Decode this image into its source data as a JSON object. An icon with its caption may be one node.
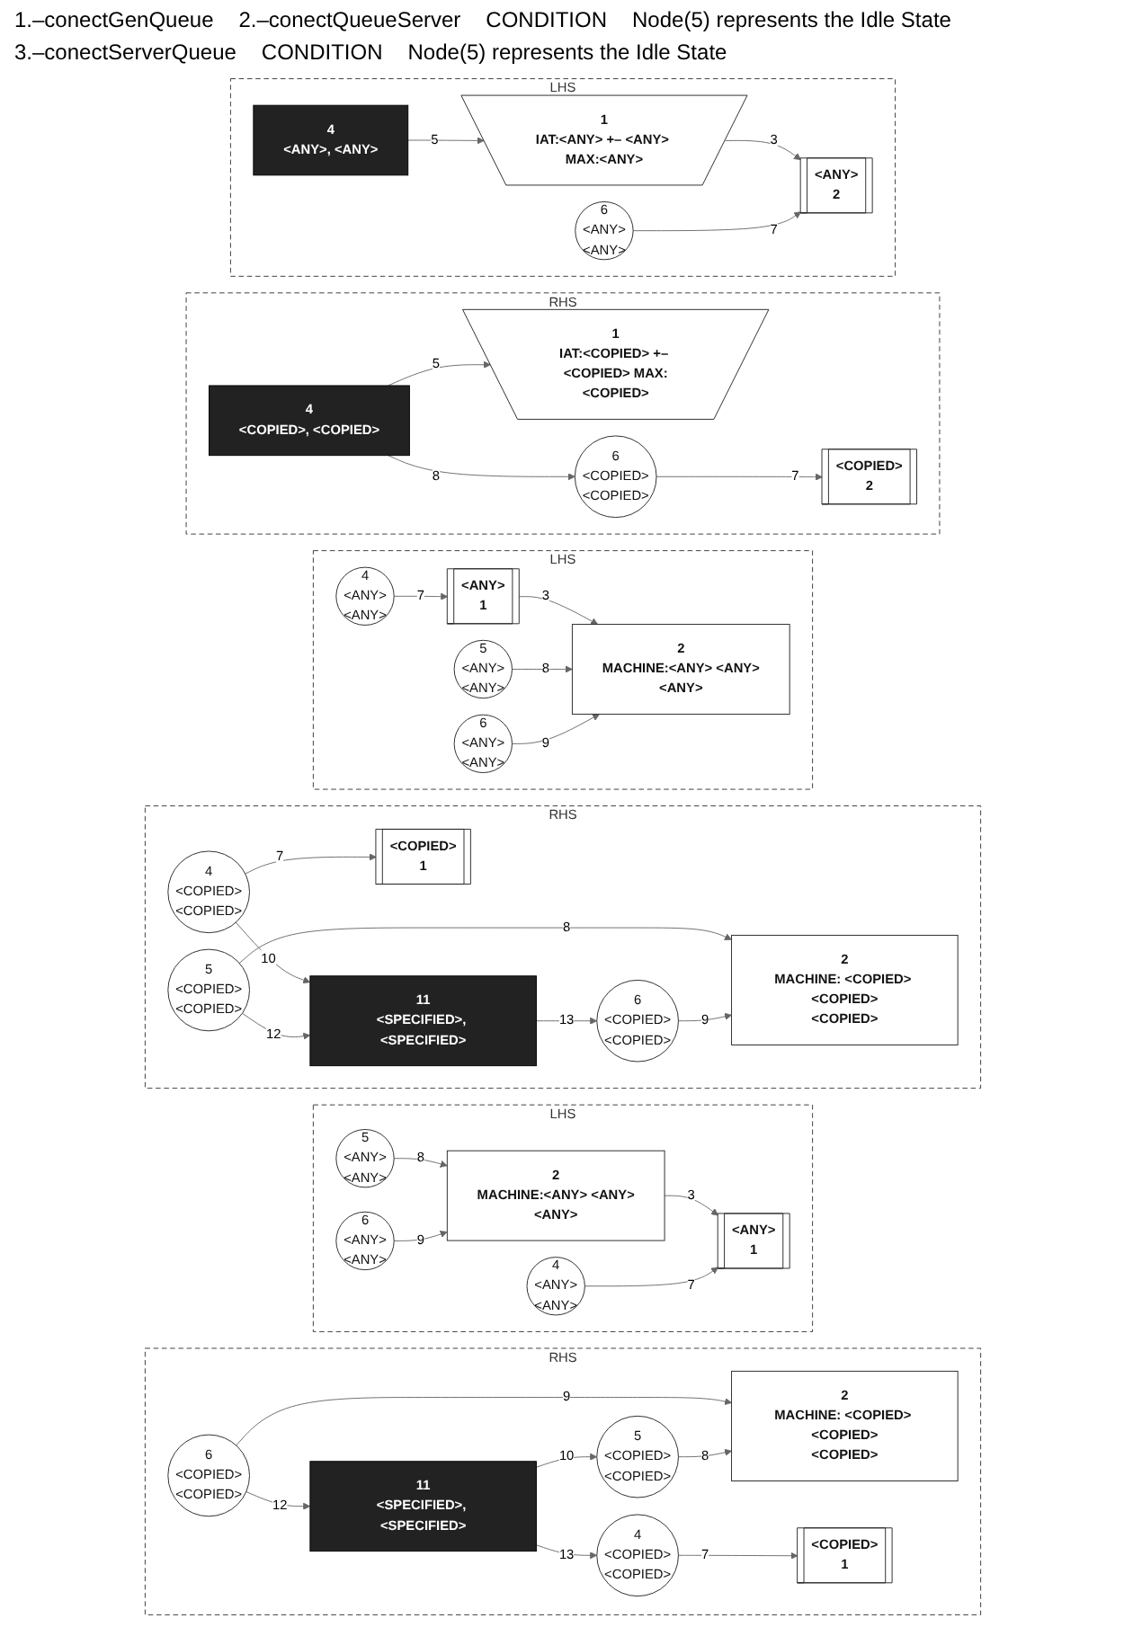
{
  "diagram": {
    "nodes": [
      {
        "text": [
          "LHS"
        ]
      },
      {
        "text": [
          "1",
          "IAT:<ANY> +– <ANY> MAX:<ANY>"
        ],
        "in": 0
      },
      {
        "text": [
          "<ANY>",
          "2"
        ],
        "in": 0
      },
      {
        "text": [
          "4",
          "<ANY>, <ANY>"
        ],
        "in": 0
      },
      {
        "text": [
          "6",
          "<ANY>",
          "<ANY>"
        ],
        "in": 0
      },
      {
        "text": [
          "RHS"
        ]
      },
      {
        "text": [
          "1",
          "IAT:<COPIED> +– <COPIED> MAX:<COPIED>"
        ],
        "in": 5
      },
      {
        "text": [
          "<COPIED>",
          "2"
        ],
        "in": 5
      },
      {
        "text": [
          "4",
          "<COPIED>, <COPIED>"
        ],
        "in": 5
      },
      {
        "text": [
          "6",
          "<COPIED>",
          "<COPIED>"
        ],
        "in": 5
      },
      {
        "text": [
          "LHS"
        ]
      },
      {
        "text": [
          "<ANY>",
          "1"
        ],
        "in": 10
      },
      {
        "text": [
          "2",
          "MACHINE:<ANY> <ANY>",
          "<ANY>"
        ],
        "in": 10
      },
      {
        "text": [
          "4",
          "<ANY>",
          "<ANY>"
        ],
        "in": 10
      },
      {
        "text": [
          "5",
          "<ANY>",
          "<ANY>"
        ],
        "in": 10
      },
      {
        "text": [
          "6",
          "<ANY>",
          "<ANY>"
        ],
        "in": 10
      },
      {
        "text": [
          "RHS"
        ]
      },
      {
        "text": [
          "<COPIED>",
          "1"
        ],
        "in": 16
      },
      {
        "text": [
          "2",
          "MACHINE: <COPIED> <COPIED>",
          "<COPIED>"
        ],
        "in": 16
      },
      {
        "text": [
          "4",
          "<COPIED>",
          "<COPIED>"
        ],
        "in": 16
      },
      {
        "text": [
          "5",
          "<COPIED>",
          "<COPIED>"
        ],
        "in": 16
      },
      {
        "text": [
          "6",
          "<COPIED>",
          "<COPIED>"
        ],
        "in": 16
      },
      {
        "text": [
          "11",
          "<SPECIFIED>, <SPECIFIED>"
        ],
        "in": 16
      },
      {
        "text": [
          "LHS"
        ]
      },
      {
        "text": [
          "2",
          "MACHINE:<ANY> <ANY>",
          "<ANY>"
        ],
        "in": 23
      },
      {
        "text": [
          "<ANY>",
          "1"
        ],
        "in": 23
      },
      {
        "text": [
          "5",
          "<ANY>",
          "<ANY>"
        ],
        "in": 23
      },
      {
        "text": [
          "6",
          "<ANY>",
          "<ANY>"
        ],
        "in": 23
      },
      {
        "text": [
          "4",
          "<ANY>",
          "<ANY>"
        ],
        "in": 23
      },
      {
        "text": [
          "RHS"
        ]
      },
      {
        "text": [
          "2",
          "MACHINE: <COPIED> <COPIED>",
          "<COPIED>"
        ],
        "in": 29
      },
      {
        "text": [
          "<COPIED>",
          "1"
        ],
        "in": 29
      },
      {
        "text": [
          "5",
          "<COPIED>",
          "<COPIED>"
        ],
        "in": 29
      },
      {
        "text": [
          "6",
          "<COPIED>",
          "<COPIED>"
        ],
        "in": 29
      },
      {
        "text": [
          "4",
          "<COPIED>",
          "<COPIED>"
        ],
        "in": 29
      },
      {
        "text": [
          "11",
          "<SPECIFIED>, <SPECIFIED>"
        ],
        "in": 29
      }
    ],
    "edges": [
      {
        "from": 3,
        "to": 1,
        "arrow": "to",
        "label": "5"
      },
      {
        "from": 1,
        "to": 2,
        "arrow": "to",
        "label": "3"
      },
      {
        "from": 4,
        "to": 2,
        "arrow": "to",
        "label": "7"
      },
      {
        "from": 8,
        "to": 6,
        "arrow": "to",
        "label": "5"
      },
      {
        "from": 8,
        "to": 9,
        "arrow": "to",
        "label": "8"
      },
      {
        "from": 9,
        "to": 7,
        "arrow": "to",
        "label": "7"
      },
      {
        "from": 11,
        "to": 12,
        "arrow": "to",
        "label": "3"
      },
      {
        "from": 13,
        "to": 11,
        "arrow": "to",
        "label": "7"
      },
      {
        "from": 14,
        "to": 12,
        "arrow": "to",
        "label": "8"
      },
      {
        "from": 15,
        "to": 12,
        "arrow": "to",
        "label": "9"
      },
      {
        "from": 19,
        "to": 17,
        "arrow": "to",
        "label": "7"
      },
      {
        "from": 20,
        "to": 18,
        "arrow": "to",
        "label": "8"
      },
      {
        "from": 21,
        "to": 18,
        "arrow": "to",
        "label": "9"
      },
      {
        "from": 19,
        "to": 22,
        "arrow": "to",
        "label": "10"
      },
      {
        "from": 20,
        "to": 22,
        "arrow": "to",
        "label": "12"
      },
      {
        "from": 22,
        "to": 21,
        "arrow": "to",
        "label": "13"
      },
      {
        "from": 24,
        "to": 25,
        "arrow": "to",
        "label": "3"
      },
      {
        "from": 26,
        "to": 24,
        "arrow": "to",
        "label": "8"
      },
      {
        "from": 27,
        "to": 24,
        "arrow": "to",
        "label": "9"
      },
      {
        "from": 28,
        "to": 25,
        "arrow": "to",
        "label": "7"
      },
      {
        "from": 32,
        "to": 30,
        "arrow": "to",
        "label": "8"
      },
      {
        "from": 33,
        "to": 30,
        "arrow": "to",
        "label": "9"
      },
      {
        "from": 34,
        "to": 31,
        "arrow": "to",
        "label": "7"
      },
      {
        "from": 35,
        "to": 32,
        "arrow": "to",
        "label": "10"
      },
      {
        "from": 33,
        "to": 35,
        "arrow": "to",
        "label": "12"
      },
      {
        "from": 35,
        "to": 34,
        "arrow": "to",
        "label": "13"
      }
    ],
    "labels": [
      "1.–conectGenQueue",
      "2.–conectQueueServer",
      "CONDITION",
      "Node(5) represents the Idle State",
      "3.–conectServerQueue",
      "CONDITION",
      "Node(5) represents the Idle State"
    ]
  }
}
